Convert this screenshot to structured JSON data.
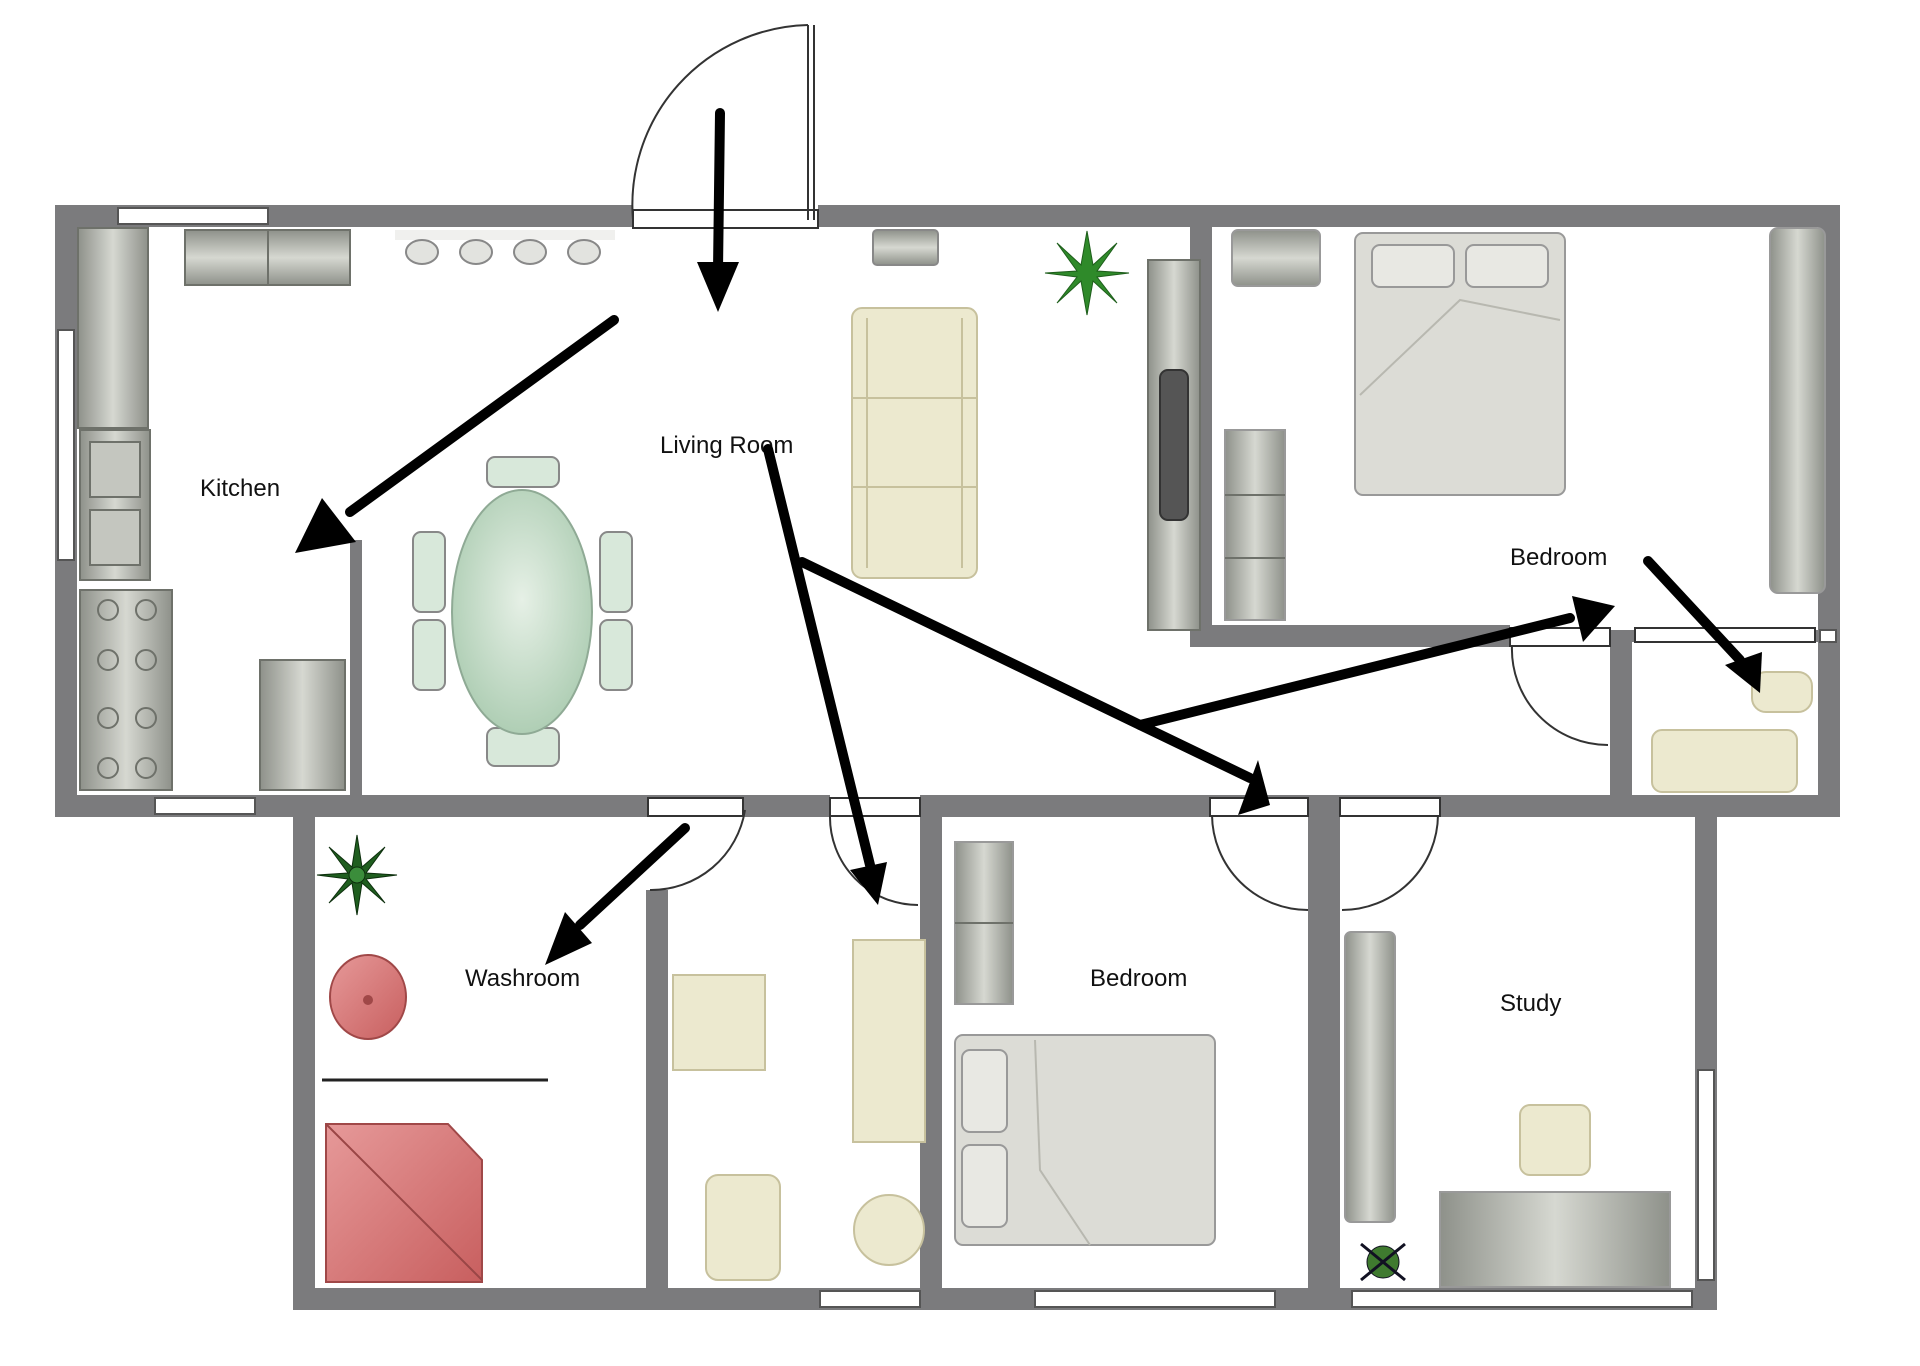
{
  "rooms": {
    "kitchen": "Kitchen",
    "living_room": "Living Room",
    "bedroom_master": "Bedroom",
    "washroom": "Washroom",
    "bedroom_second": "Bedroom",
    "study": "Study"
  },
  "colors": {
    "wall": "#7b7b7d",
    "arrow": "#000000",
    "appliance": "#a9aca4",
    "sofa": "#e7e3c4",
    "dining": "#c9ddcc",
    "bath_fixture": "#d88080",
    "bed": "#dcdcd6",
    "plant": "#2f8a2a"
  },
  "icons": {
    "plant": "plant-icon",
    "sink": "sink-icon",
    "toilet": "toilet-icon",
    "bathtub": "bathtub-icon",
    "shower": "shower-icon",
    "bed": "bed-icon",
    "sofa": "sofa-icon",
    "tv": "tv-icon",
    "stove": "stove-icon",
    "door": "door-icon",
    "window": "window-icon",
    "arrow": "arrow-icon"
  }
}
